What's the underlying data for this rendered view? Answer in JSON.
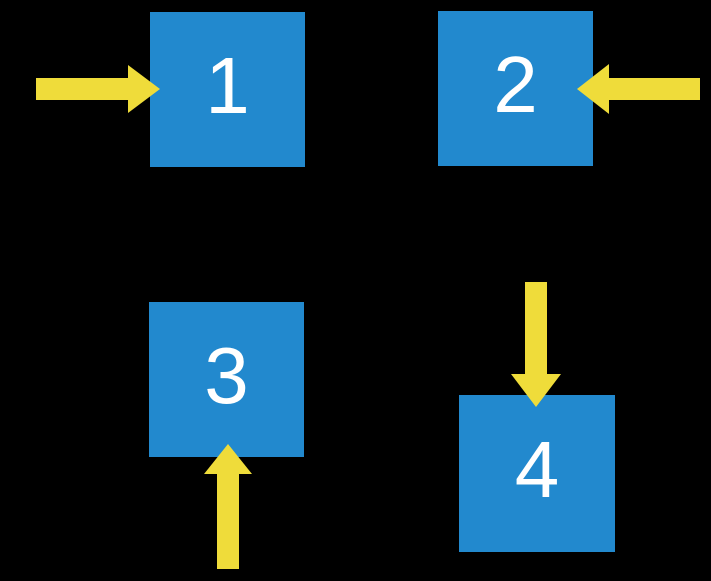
{
  "diagram": {
    "type": "labeled-squares-with-directional-arrows",
    "background": "#000000"
  },
  "colors": {
    "background": "#000000",
    "square_fill": "#2289CE",
    "arrow_fill": "#EFDC3A",
    "label_color": "#FFFFFF"
  },
  "squares": [
    {
      "label": "1",
      "arrow": {
        "direction": "right",
        "enters_from": "left"
      }
    },
    {
      "label": "2",
      "arrow": {
        "direction": "left",
        "enters_from": "right"
      }
    },
    {
      "label": "3",
      "arrow": {
        "direction": "up",
        "enters_from": "bottom"
      }
    },
    {
      "label": "4",
      "arrow": {
        "direction": "down",
        "enters_from": "top"
      }
    }
  ]
}
